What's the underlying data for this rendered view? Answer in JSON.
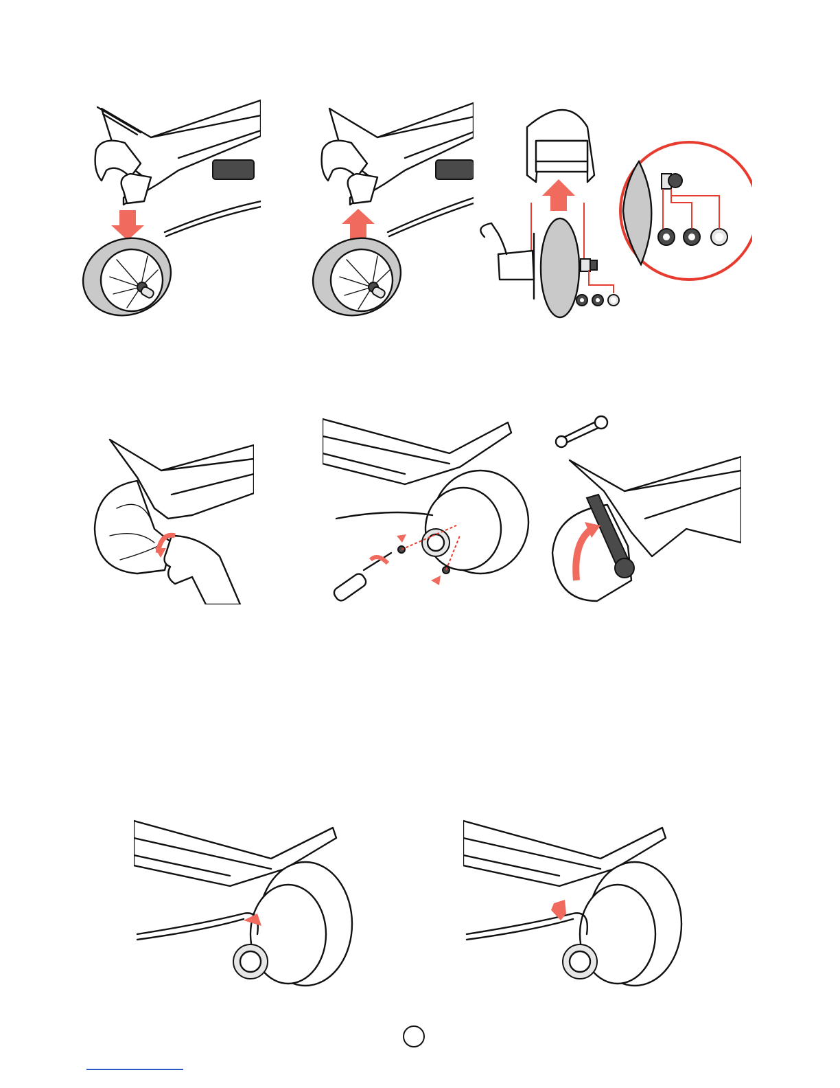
{
  "colors": {
    "line": "#111111",
    "accent_red": "#e63b2e",
    "arrow_red": "#f06a5e",
    "tire_gray": "#c9c9c9",
    "link_blue": "#2a56c6"
  },
  "figures": [
    {
      "id": "step-1",
      "name": "frame-lower-onto-wheel",
      "arrow": "down-arrow-icon"
    },
    {
      "id": "step-2",
      "name": "frame-raise-from-wheel",
      "arrow": "up-arrow-icon"
    },
    {
      "id": "step-3",
      "name": "wheel-front-view-with-washers-detail",
      "arrow": "up-arrow-icon"
    },
    {
      "id": "step-4",
      "name": "hand-rotating-axle-nut",
      "arrow": "rotate-arrow-icon"
    },
    {
      "id": "step-5",
      "name": "screwdriver-remove-motor-screws",
      "arrow": "rotate-arrow-icon"
    },
    {
      "id": "step-6",
      "name": "wrench-tighten-axle-nut",
      "arrow": "curved-arrow-icon"
    },
    {
      "id": "step-7",
      "name": "route-motor-cable",
      "arrow": "cable-arrow-icon"
    },
    {
      "id": "step-8",
      "name": "clip-motor-cable",
      "arrow": "down-arrow-icon"
    }
  ],
  "page_number": ""
}
